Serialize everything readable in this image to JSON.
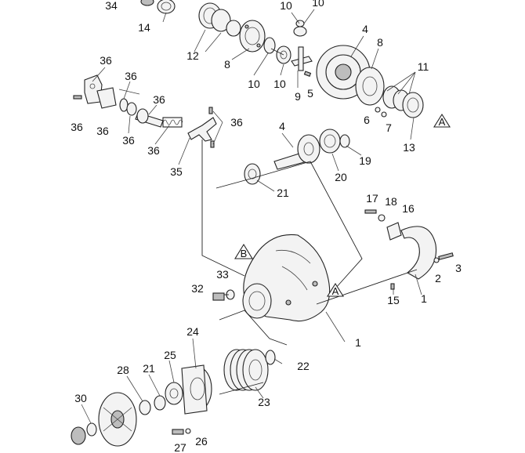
{
  "callouts": [
    {
      "id": "c34a",
      "text": "34"
    },
    {
      "id": "c14",
      "text": "14"
    },
    {
      "id": "c12",
      "text": "12"
    },
    {
      "id": "c8a",
      "text": "8"
    },
    {
      "id": "c10a",
      "text": "10"
    },
    {
      "id": "c10b",
      "text": "10"
    },
    {
      "id": "c10c",
      "text": "10"
    },
    {
      "id": "c10d",
      "text": "10"
    },
    {
      "id": "c9",
      "text": "9"
    },
    {
      "id": "c5",
      "text": "5"
    },
    {
      "id": "c4a",
      "text": "4"
    },
    {
      "id": "c8b",
      "text": "8"
    },
    {
      "id": "c11",
      "text": "11"
    },
    {
      "id": "c6",
      "text": "6"
    },
    {
      "id": "c7",
      "text": "7"
    },
    {
      "id": "c13",
      "text": "13"
    },
    {
      "id": "c36a",
      "text": "36"
    },
    {
      "id": "c36b",
      "text": "36"
    },
    {
      "id": "c36c",
      "text": "36"
    },
    {
      "id": "c36d",
      "text": "36"
    },
    {
      "id": "c36e",
      "text": "36"
    },
    {
      "id": "c36f",
      "text": "36"
    },
    {
      "id": "c36g",
      "text": "36"
    },
    {
      "id": "c36h",
      "text": "36"
    },
    {
      "id": "c35",
      "text": "35"
    },
    {
      "id": "c4b",
      "text": "4"
    },
    {
      "id": "c19",
      "text": "19"
    },
    {
      "id": "c20",
      "text": "20"
    },
    {
      "id": "c21a",
      "text": "21"
    },
    {
      "id": "c17",
      "text": "17"
    },
    {
      "id": "c18",
      "text": "18"
    },
    {
      "id": "c16",
      "text": "16"
    },
    {
      "id": "c3",
      "text": "3"
    },
    {
      "id": "c2",
      "text": "2"
    },
    {
      "id": "c15",
      "text": "15"
    },
    {
      "id": "c1a",
      "text": "1"
    },
    {
      "id": "c33",
      "text": "33"
    },
    {
      "id": "c32",
      "text": "32"
    },
    {
      "id": "c1b",
      "text": "1"
    },
    {
      "id": "c24",
      "text": "24"
    },
    {
      "id": "c22",
      "text": "22"
    },
    {
      "id": "c28",
      "text": "28"
    },
    {
      "id": "c21b",
      "text": "21"
    },
    {
      "id": "c25",
      "text": "25"
    },
    {
      "id": "c23",
      "text": "23"
    },
    {
      "id": "c30",
      "text": "30"
    },
    {
      "id": "c26",
      "text": "26"
    },
    {
      "id": "c27",
      "text": "27"
    }
  ],
  "reference_markers": [
    {
      "id": "triA1",
      "text": "A"
    },
    {
      "id": "triB",
      "text": "B"
    },
    {
      "id": "triA2",
      "text": "A"
    }
  ]
}
